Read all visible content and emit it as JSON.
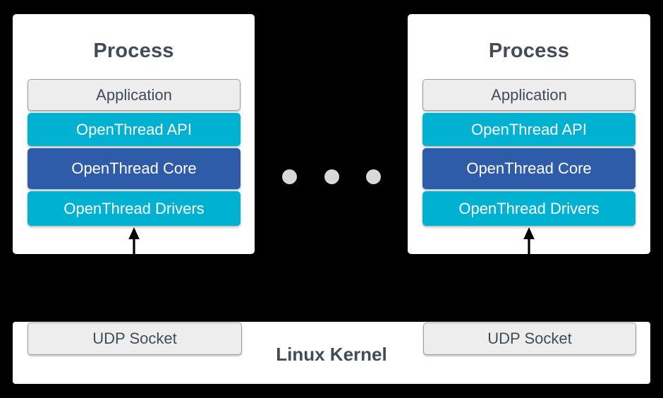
{
  "colors": {
    "background": "#000000",
    "card": "#ffffff",
    "cyan": "#00b1d2",
    "navy": "#2f5ca8",
    "gray-fill": "#ededed",
    "gray-border": "#9e9e9e",
    "dark-text": "#414c56",
    "light-text": "#ffffff",
    "dot": "#d8d8d8",
    "arrow": "#000000"
  },
  "processes": [
    {
      "title": "Process",
      "layers": [
        {
          "label": "Application"
        },
        {
          "label": "OpenThread API"
        },
        {
          "label": "OpenThread Core"
        },
        {
          "label": "OpenThread Drivers"
        }
      ]
    },
    {
      "title": "Process",
      "layers": [
        {
          "label": "Application"
        },
        {
          "label": "OpenThread API"
        },
        {
          "label": "OpenThread Core"
        },
        {
          "label": "OpenThread Drivers"
        }
      ]
    }
  ],
  "kernel": {
    "label": "Linux Kernel",
    "sockets": [
      "UDP Socket",
      "UDP Socket"
    ]
  }
}
